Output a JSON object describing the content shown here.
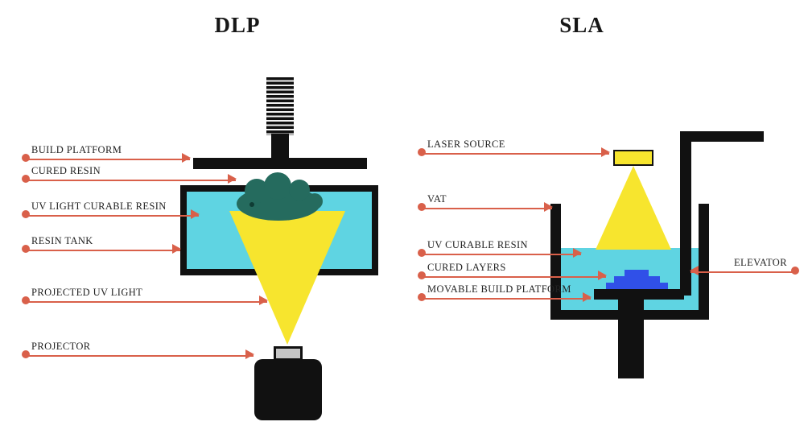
{
  "colors": {
    "accent": "#d9604a",
    "cyan": "#5fd4e2",
    "teal": "#256b5e",
    "yellow": "#f7e52e",
    "blue": "#3050e8",
    "ink": "#111111"
  },
  "dlp": {
    "title": "DLP",
    "labels": [
      {
        "text": "BUILD PLATFORM"
      },
      {
        "text": "CURED RESIN"
      },
      {
        "text": "UV LIGHT CURABLE RESIN"
      },
      {
        "text": "RESIN TANK"
      },
      {
        "text": "PROJECTED UV LIGHT"
      },
      {
        "text": "PROJECTOR"
      }
    ]
  },
  "sla": {
    "title": "SLA",
    "labels": [
      {
        "text": "LASER SOURCE"
      },
      {
        "text": "VAT"
      },
      {
        "text": "UV CURABLE RESIN"
      },
      {
        "text": "CURED LAYERS"
      },
      {
        "text": "MOVABLE BUILD PLATFORM"
      },
      {
        "text": "ELEVATOR"
      }
    ]
  }
}
